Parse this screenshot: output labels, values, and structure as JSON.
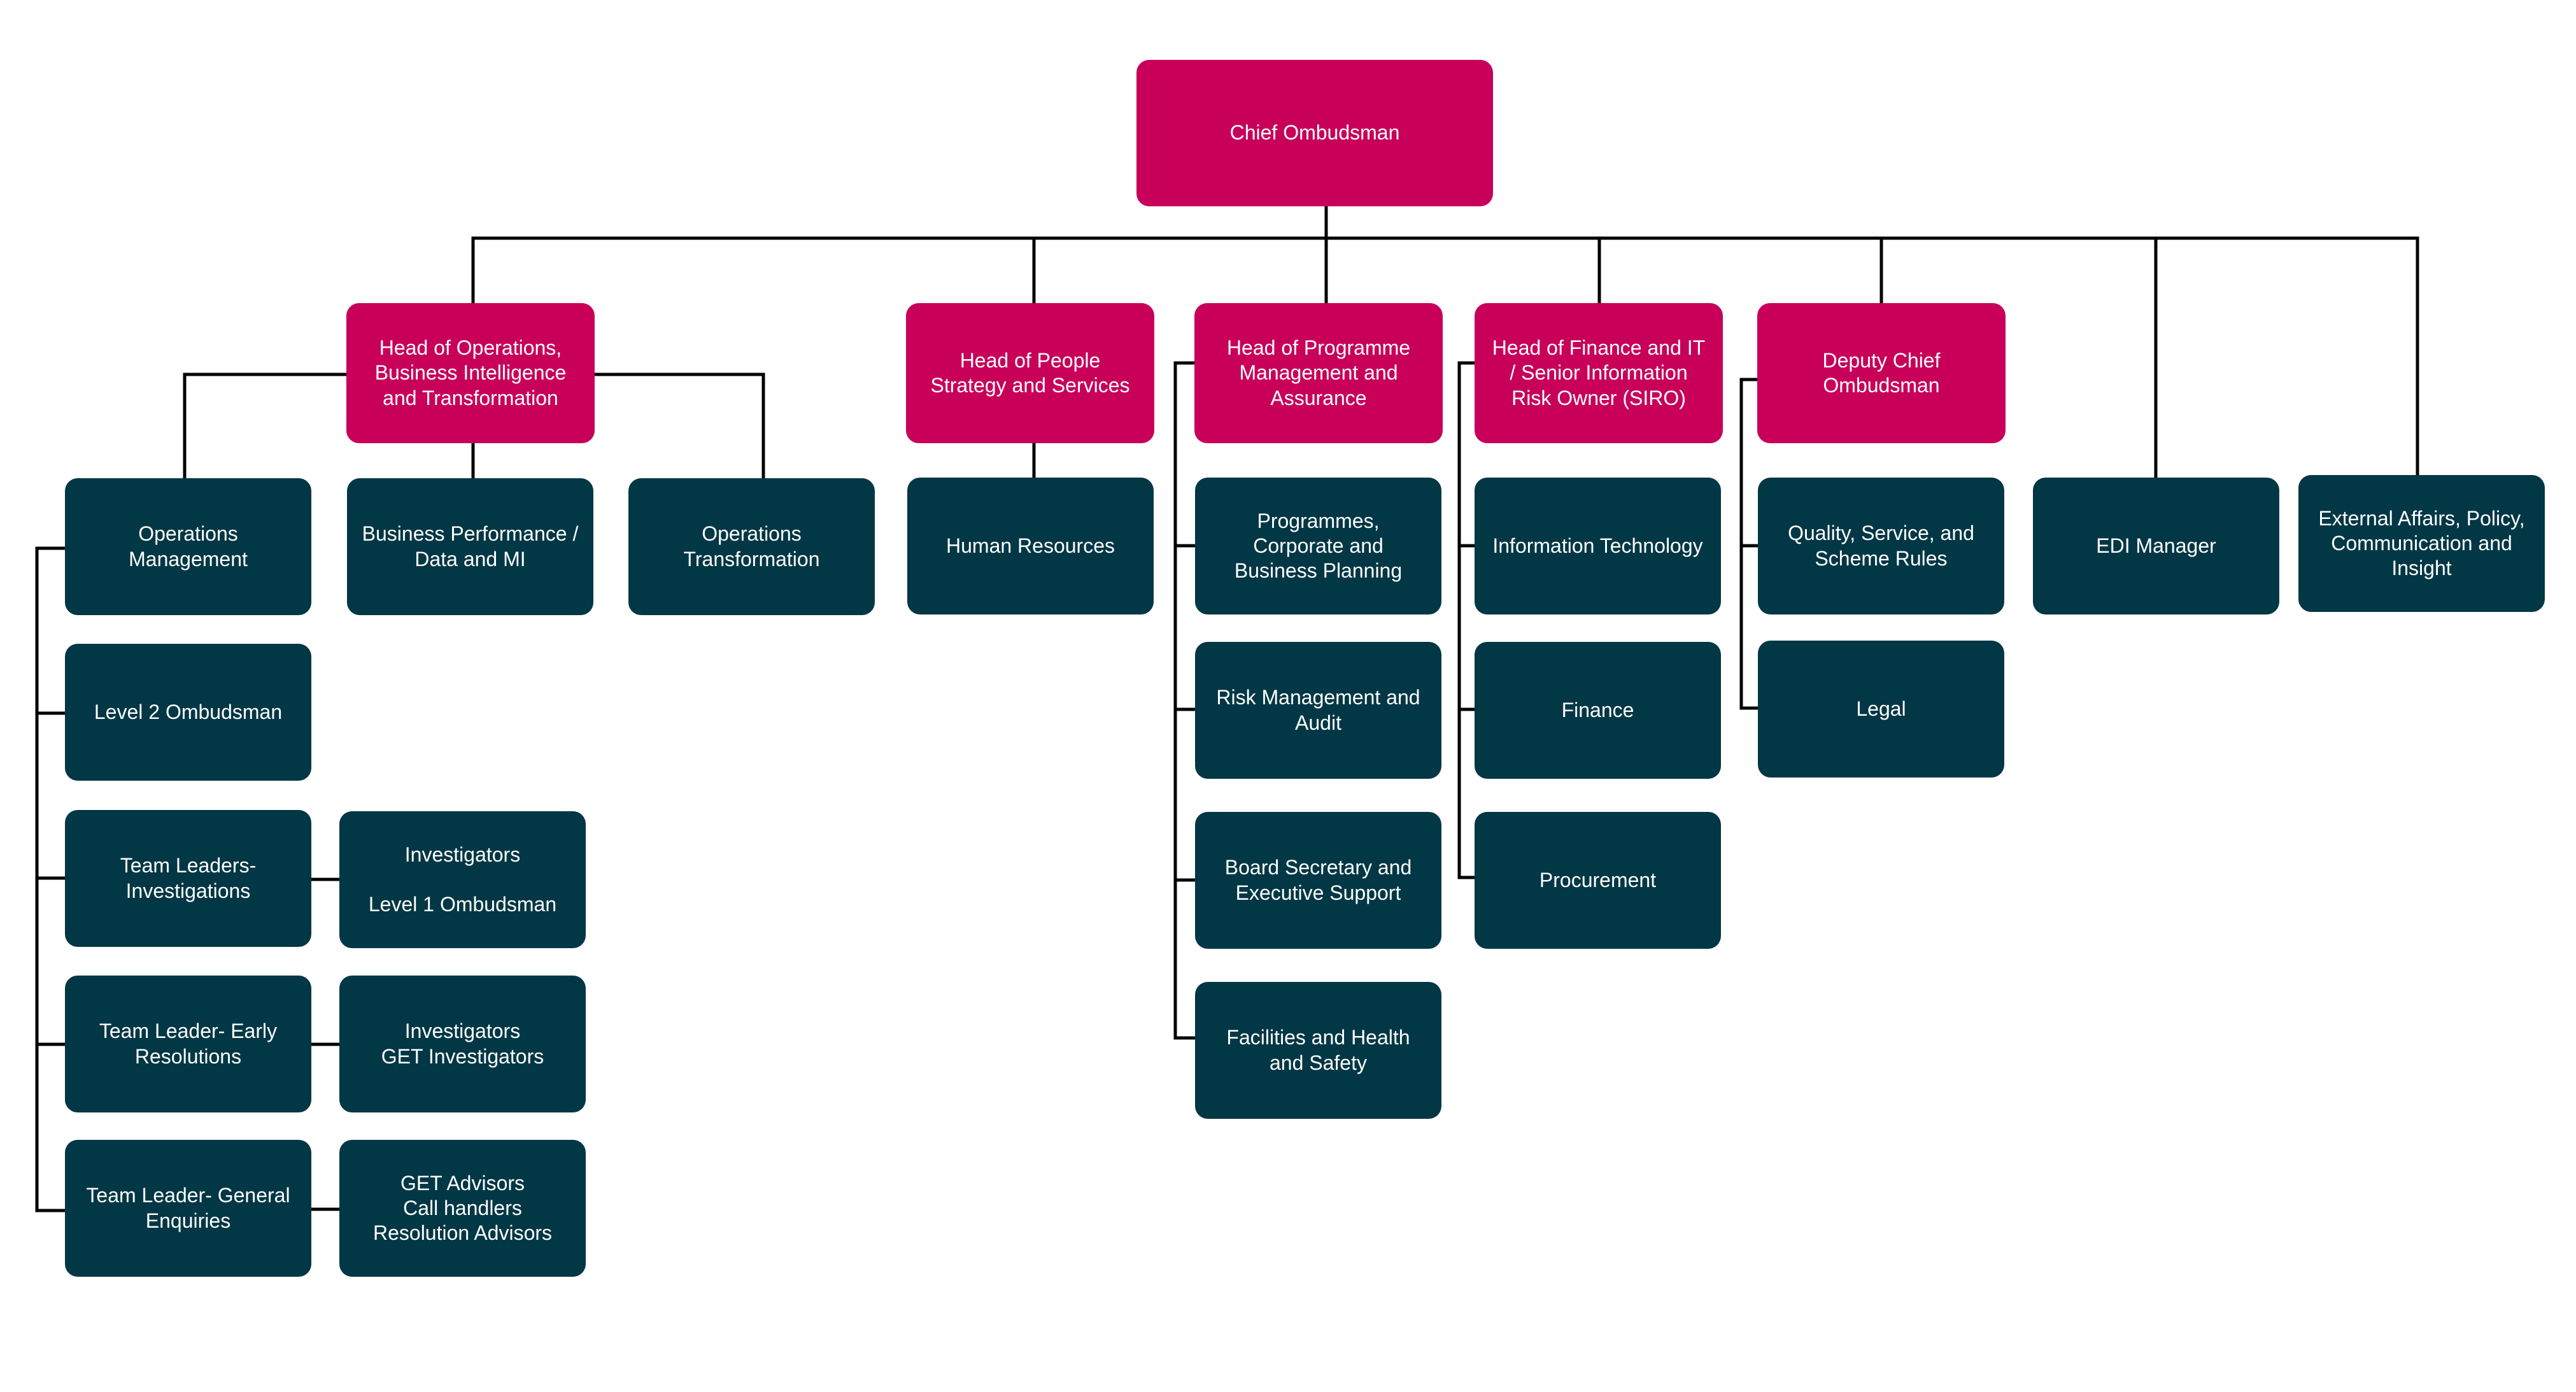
{
  "colors": {
    "leadership": "#c8005a",
    "team": "#023745",
    "connector": "#000000",
    "text": "#ffffff"
  },
  "nodes": {
    "chief": "Chief Ombudsman",
    "head_ops": "Head of Operations,\nBusiness Intelligence\nand Transformation",
    "head_people": "Head of People\nStrategy and Services",
    "head_prog": "Head of Programme\nManagement and\nAssurance",
    "head_fin": "Head of Finance and IT\n/ Senior Information\nRisk Owner (SIRO)",
    "deputy": "Deputy Chief\nOmbudsman",
    "edi": "EDI Manager",
    "external": "External Affairs, Policy,\nCommunication and\nInsight",
    "ops_mgmt": "Operations\nManagement",
    "bus_perf": "Business Performance /\nData and MI",
    "ops_trans": "Operations\nTransformation",
    "level2": "Level 2 Ombudsman",
    "tl_inv": "Team Leaders-\nInvestigations",
    "inv_l1": "Investigators\n\nLevel 1 Ombudsman",
    "tl_early": "Team Leader- Early\nResolutions",
    "inv_get": "Investigators\nGET Investigators",
    "tl_gen": "Team Leader- General\nEnquiries",
    "get_adv": "GET Advisors\nCall handlers\nResolution Advisors",
    "hr": "Human Resources",
    "programmes": "Programmes,\nCorporate and\nBusiness Planning",
    "risk": "Risk Management and\nAudit",
    "board": "Board Secretary and\nExecutive Support",
    "facilities": "Facilities and Health\nand Safety",
    "it": "Information Technology",
    "finance": "Finance",
    "procurement": "Procurement",
    "quality": "Quality, Service, and\nScheme Rules",
    "legal": "Legal"
  }
}
